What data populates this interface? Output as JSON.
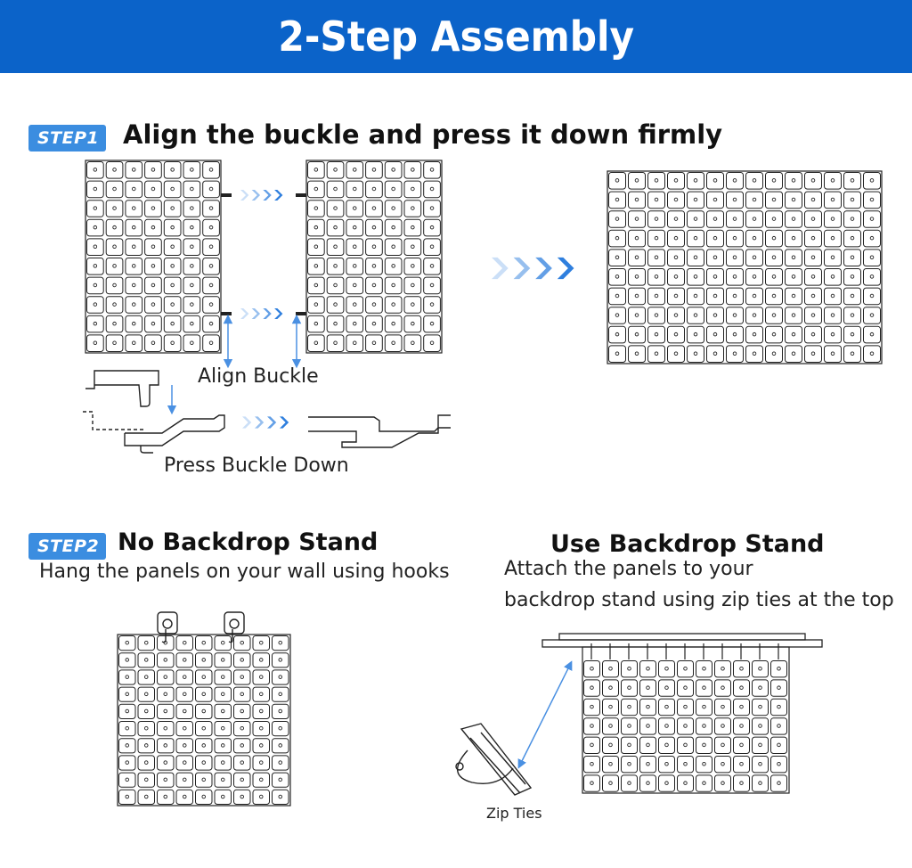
{
  "banner": {
    "title": "2-Step Assembly"
  },
  "step1": {
    "badge": "STEP1",
    "heading": "Align the buckle and press it down firmly",
    "align_label": "Align Buckle",
    "press_label": "Press Buckle Down"
  },
  "step2": {
    "badge": "STEP2",
    "no_stand_heading": "No Backdrop Stand",
    "no_stand_text": "Hang the panels on your wall using hooks",
    "stand_heading": "Use Backdrop Stand",
    "stand_text_line1": "Attach the panels to your",
    "stand_text_line2": "backdrop stand using zip ties at the top",
    "zip_label": "Zip Ties"
  },
  "colors": {
    "banner": "#0b63c9",
    "badge": "#3b8de0",
    "arrow": "#2f7fde",
    "guide": "#4a90e2",
    "line": "#222222"
  }
}
